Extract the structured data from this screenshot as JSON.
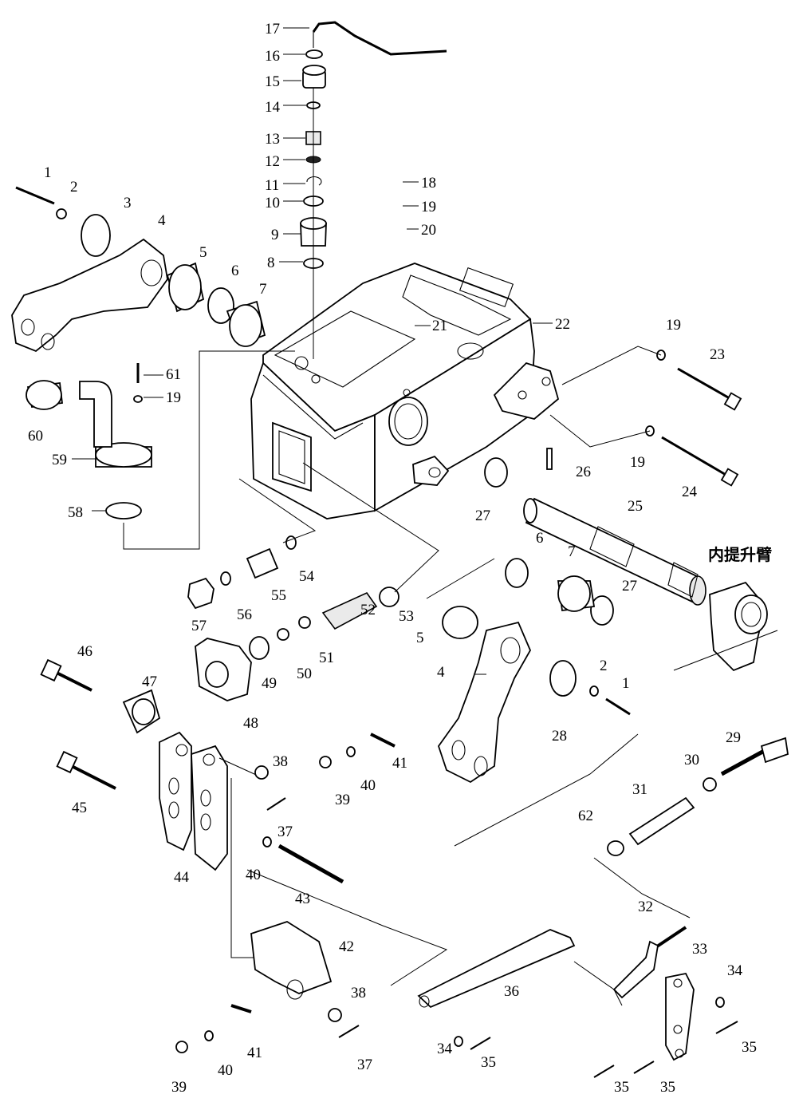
{
  "diagram": {
    "callouts": [
      "1",
      "2",
      "3",
      "4",
      "5",
      "6",
      "7",
      "8",
      "9",
      "10",
      "11",
      "12",
      "13",
      "14",
      "15",
      "16",
      "17",
      "18",
      "19",
      "20",
      "21",
      "22",
      "23",
      "24",
      "25",
      "26",
      "27",
      "28",
      "29",
      "30",
      "31",
      "32",
      "33",
      "34",
      "35",
      "36",
      "37",
      "38",
      "39",
      "40",
      "41",
      "42",
      "43",
      "44",
      "45",
      "46",
      "47",
      "48",
      "49",
      "50",
      "51",
      "52",
      "53",
      "54",
      "55",
      "56",
      "57",
      "58",
      "59",
      "60",
      "61",
      "62"
    ],
    "inner_lift_arm_label": "内提升臂"
  }
}
